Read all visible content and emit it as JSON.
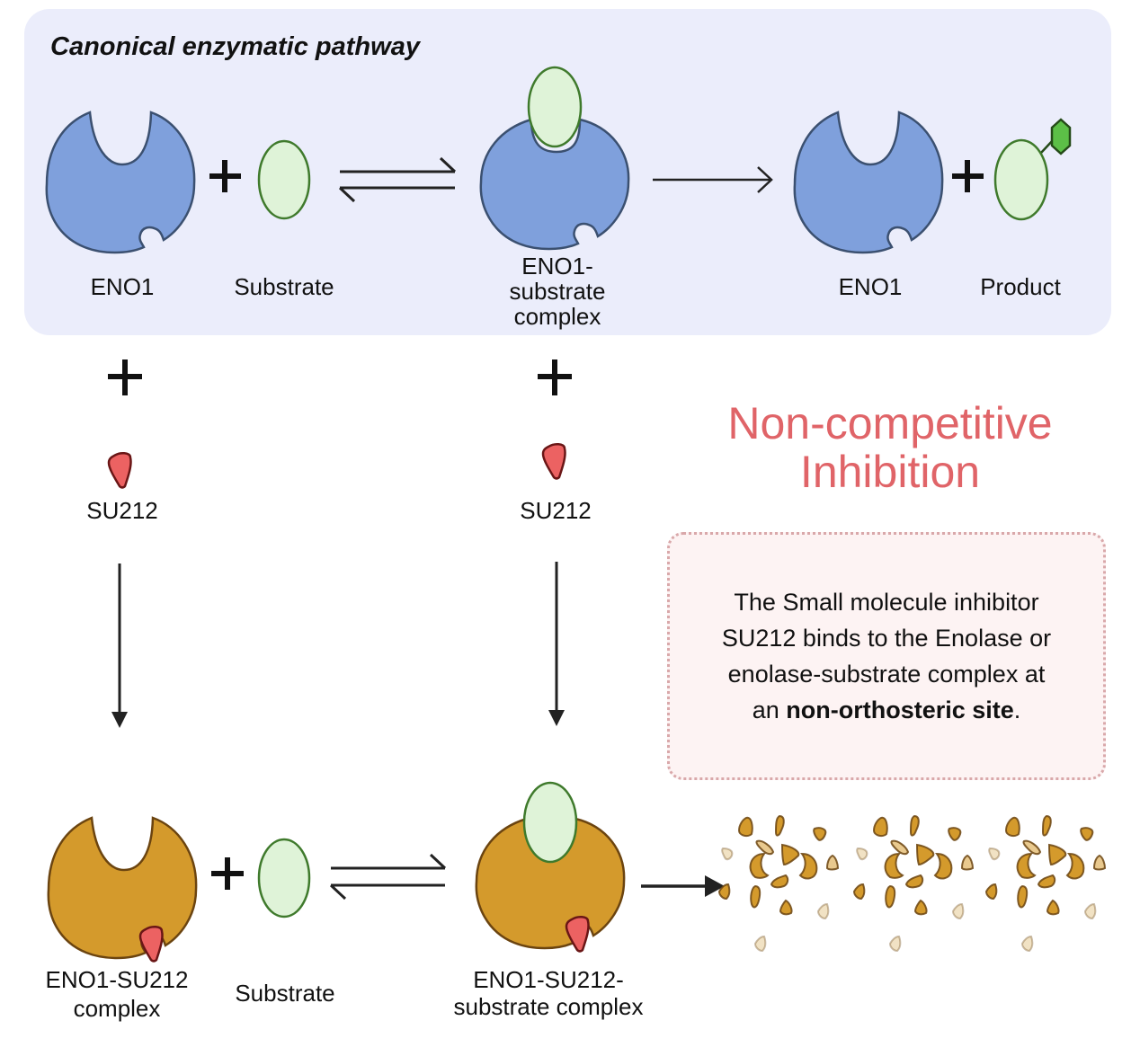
{
  "panel": {
    "title": "Canonical enzymatic pathway",
    "labels": {
      "enzyme": "ENO1",
      "substrate": "Substrate",
      "complex_line1": "ENO1-",
      "complex_line2": "substrate",
      "complex_line3": "complex",
      "enzyme_after": "ENO1",
      "product": "Product"
    },
    "operators": {
      "plus": "+"
    }
  },
  "inhibitor": {
    "name_left": "SU212",
    "name_right": "SU212",
    "plus": "+"
  },
  "headline": {
    "line1": "Non-competitive",
    "line2": "Inhibition"
  },
  "note": {
    "line1": "The Small molecule inhibitor",
    "line2": "SU212 binds to the Enolase or",
    "line3": "enolase-substrate complex at",
    "line4_prefix": "an ",
    "line4_bold": "non-orthosteric site",
    "line4_suffix": "."
  },
  "bottom": {
    "inhibited_complex_line1": "ENO1-SU212",
    "inhibited_complex_line2": "complex",
    "substrate": "Substrate",
    "ternary_line1": "ENO1-SU212-",
    "ternary_line2": "substrate complex",
    "plus": "+"
  },
  "colors": {
    "panel_bg": "#ebedfb",
    "enzyme_fill": "#7fa0dc",
    "enzyme_stroke": "#3b5070",
    "inhibited_enzyme_fill": "#d49a2c",
    "inhibited_enzyme_stroke": "#6b4410",
    "substrate_fill": "#dff3d8",
    "substrate_stroke": "#3f7a2c",
    "product_group_fill": "#5cbf47",
    "inhibitor_fill": "#ec6262",
    "inhibitor_stroke": "#6a1616",
    "headline": "#e06468",
    "note_bg": "#fdf3f3",
    "note_border": "#d9a8aa"
  }
}
